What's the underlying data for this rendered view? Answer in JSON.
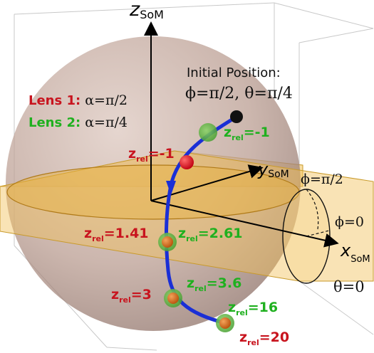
{
  "axes": {
    "z": {
      "main": "z",
      "sub": "SoM"
    },
    "y": {
      "main": "y",
      "sub": "SoM"
    },
    "x": {
      "main": "x",
      "sub": "SoM"
    }
  },
  "initial_position": {
    "title": "Initial Position:",
    "value": "ϕ=π/2, θ=π/4"
  },
  "legend": {
    "lens1": {
      "name": "Lens 1:",
      "value": "α=π/2",
      "color": "#c8141e"
    },
    "lens2": {
      "name": "Lens 2:",
      "value": "α=π/4",
      "color": "#1fb01f"
    }
  },
  "angle_labels": {
    "phi_half_pi": "ϕ=π/2",
    "phi_zero": "ϕ=0",
    "theta_zero": "θ=0"
  },
  "z_rel": {
    "prefix": "z",
    "sub": "rel",
    "lens1_labels": [
      "=-1",
      "=1.41",
      "=3",
      "=20"
    ],
    "lens2_labels": [
      "=-1",
      "=2.61",
      "=3.6",
      "=16"
    ]
  },
  "colors": {
    "sphere": "#b89a8e",
    "plane": "#f2c25a",
    "trajectory": "#1a2fd6",
    "lens1": "#c8141e",
    "lens2": "#1fb01f",
    "orange_point": "#d66a14"
  }
}
